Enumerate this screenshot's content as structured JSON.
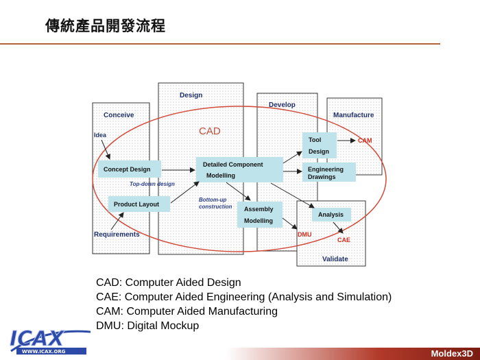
{
  "title": "傳統產品開發流程",
  "diagram": {
    "phases": {
      "conceive": "Conceive",
      "design": "Design",
      "develop": "Develop",
      "manufacture": "Manufacture",
      "validate": "Validate"
    },
    "cad_label": "CAD",
    "nodes": {
      "idea": "Idea",
      "concept_design": "Concept Design",
      "product_layout": "Product Layout",
      "requirements": "Requirements",
      "detailed_component_1": "Detailed Component",
      "detailed_component_2": "Modelling",
      "tool_design_1": "Tool",
      "tool_design_2": "Design",
      "engineering_drawings_1": "Engineering",
      "engineering_drawings_2": "Drawings",
      "assembly_modelling_1": "Assembly",
      "assembly_modelling_2": "Modelling",
      "analysis": "Analysis",
      "cam": "CAM",
      "dmu": "DMU",
      "cae": "CAE"
    },
    "annotations": {
      "top_down": "Top-down design",
      "bottom_up_1": "Bottom-up",
      "bottom_up_2": "construction"
    }
  },
  "definitions": [
    "CAD: Computer Aided Design",
    "CAE: Computer Aided Engineering (Analysis and Simulation)",
    "CAM: Computer Aided Manufacturing",
    "DMU: Digital Mockup"
  ],
  "footer": {
    "brand": "Moldex3D"
  },
  "logo": {
    "text": "ICAX",
    "subtext": "WWW.ICAX.ORG"
  },
  "colors": {
    "accent": "#b5643f",
    "phase_text": "#1f2f6b",
    "node_fill": "#bfe3ea",
    "ellipse": "#d24a3a",
    "cam_text": "#d12a1a"
  }
}
